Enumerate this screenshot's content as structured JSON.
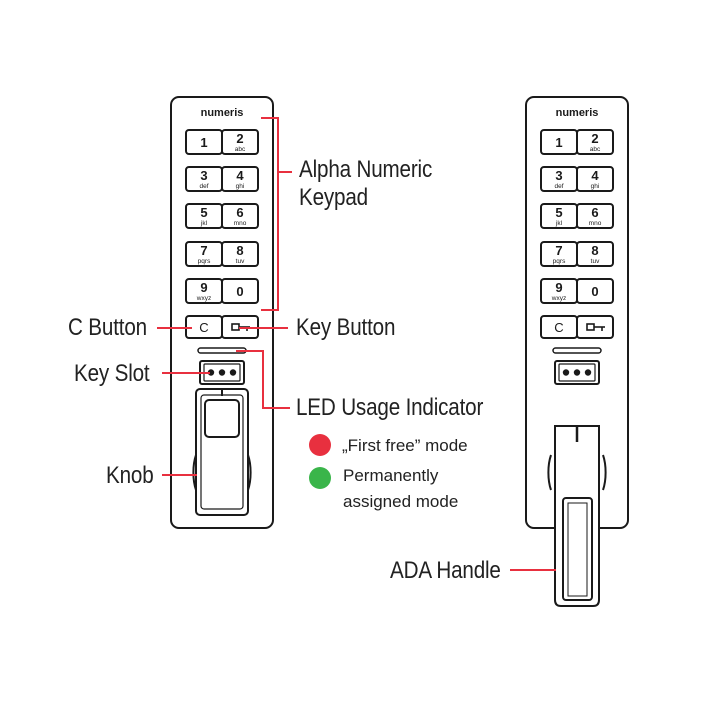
{
  "device_left": {
    "brand": "numeris",
    "keys": [
      {
        "main": "1",
        "sub": ""
      },
      {
        "main": "2",
        "sub": "abc"
      },
      {
        "main": "3",
        "sub": "def"
      },
      {
        "main": "4",
        "sub": "ghi"
      },
      {
        "main": "5",
        "sub": "jkl"
      },
      {
        "main": "6",
        "sub": "mno"
      },
      {
        "main": "7",
        "sub": "pqrs"
      },
      {
        "main": "8",
        "sub": "tuv"
      },
      {
        "main": "9",
        "sub": "wxyz"
      },
      {
        "main": "0",
        "sub": ""
      }
    ],
    "c_key": "C"
  },
  "device_right": {
    "brand": "numeris",
    "keys": [
      {
        "main": "1",
        "sub": ""
      },
      {
        "main": "2",
        "sub": "abc"
      },
      {
        "main": "3",
        "sub": "def"
      },
      {
        "main": "4",
        "sub": "ghi"
      },
      {
        "main": "5",
        "sub": "jkl"
      },
      {
        "main": "6",
        "sub": "mno"
      },
      {
        "main": "7",
        "sub": "pqrs"
      },
      {
        "main": "8",
        "sub": "tuv"
      },
      {
        "main": "9",
        "sub": "wxyz"
      },
      {
        "main": "0",
        "sub": ""
      }
    ],
    "c_key": "C"
  },
  "labels": {
    "keypad_line1": "Alpha Numeric",
    "keypad_line2": "Keypad",
    "c_button": "C Button",
    "key_button": "Key Button",
    "key_slot": "Key Slot",
    "led": "LED Usage Indicator",
    "knob": "Knob",
    "ada": "ADA Handle"
  },
  "legend": {
    "first_free": "„First free” mode",
    "permanent_line1": "Permanently",
    "permanent_line2": "assigned mode"
  },
  "colors": {
    "leader": "#e8303f",
    "red_dot": "#e8303f",
    "green_dot": "#3ab54a",
    "outline": "#1a1a1a"
  }
}
